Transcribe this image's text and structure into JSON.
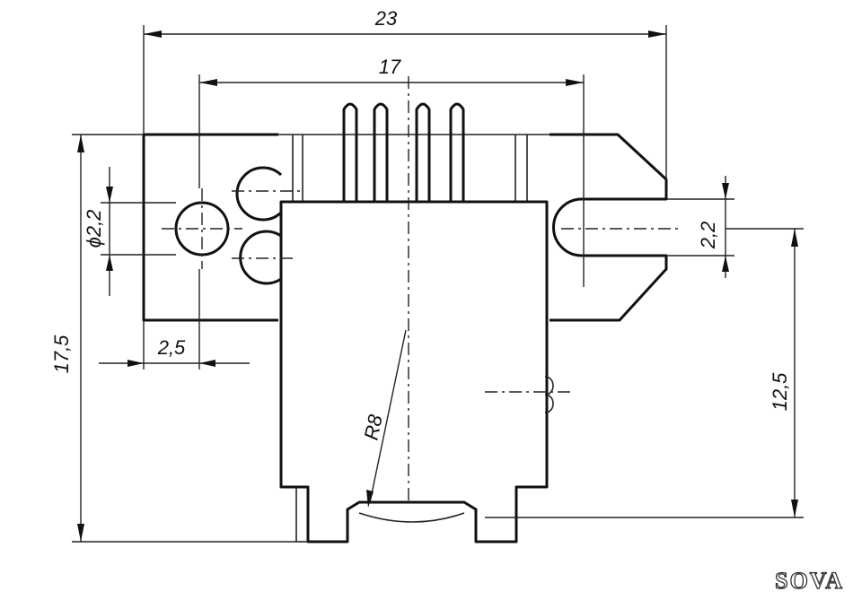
{
  "drawing": {
    "dimensions": {
      "overall_width": "23",
      "pin_span": "17",
      "hole_diameter": "ϕ2,2",
      "slot_width": "2,2",
      "edge_offset": "2,5",
      "overall_height": "17,5",
      "body_height": "12,5",
      "radius": "R8"
    }
  },
  "logo": {
    "text": "SOVA"
  }
}
